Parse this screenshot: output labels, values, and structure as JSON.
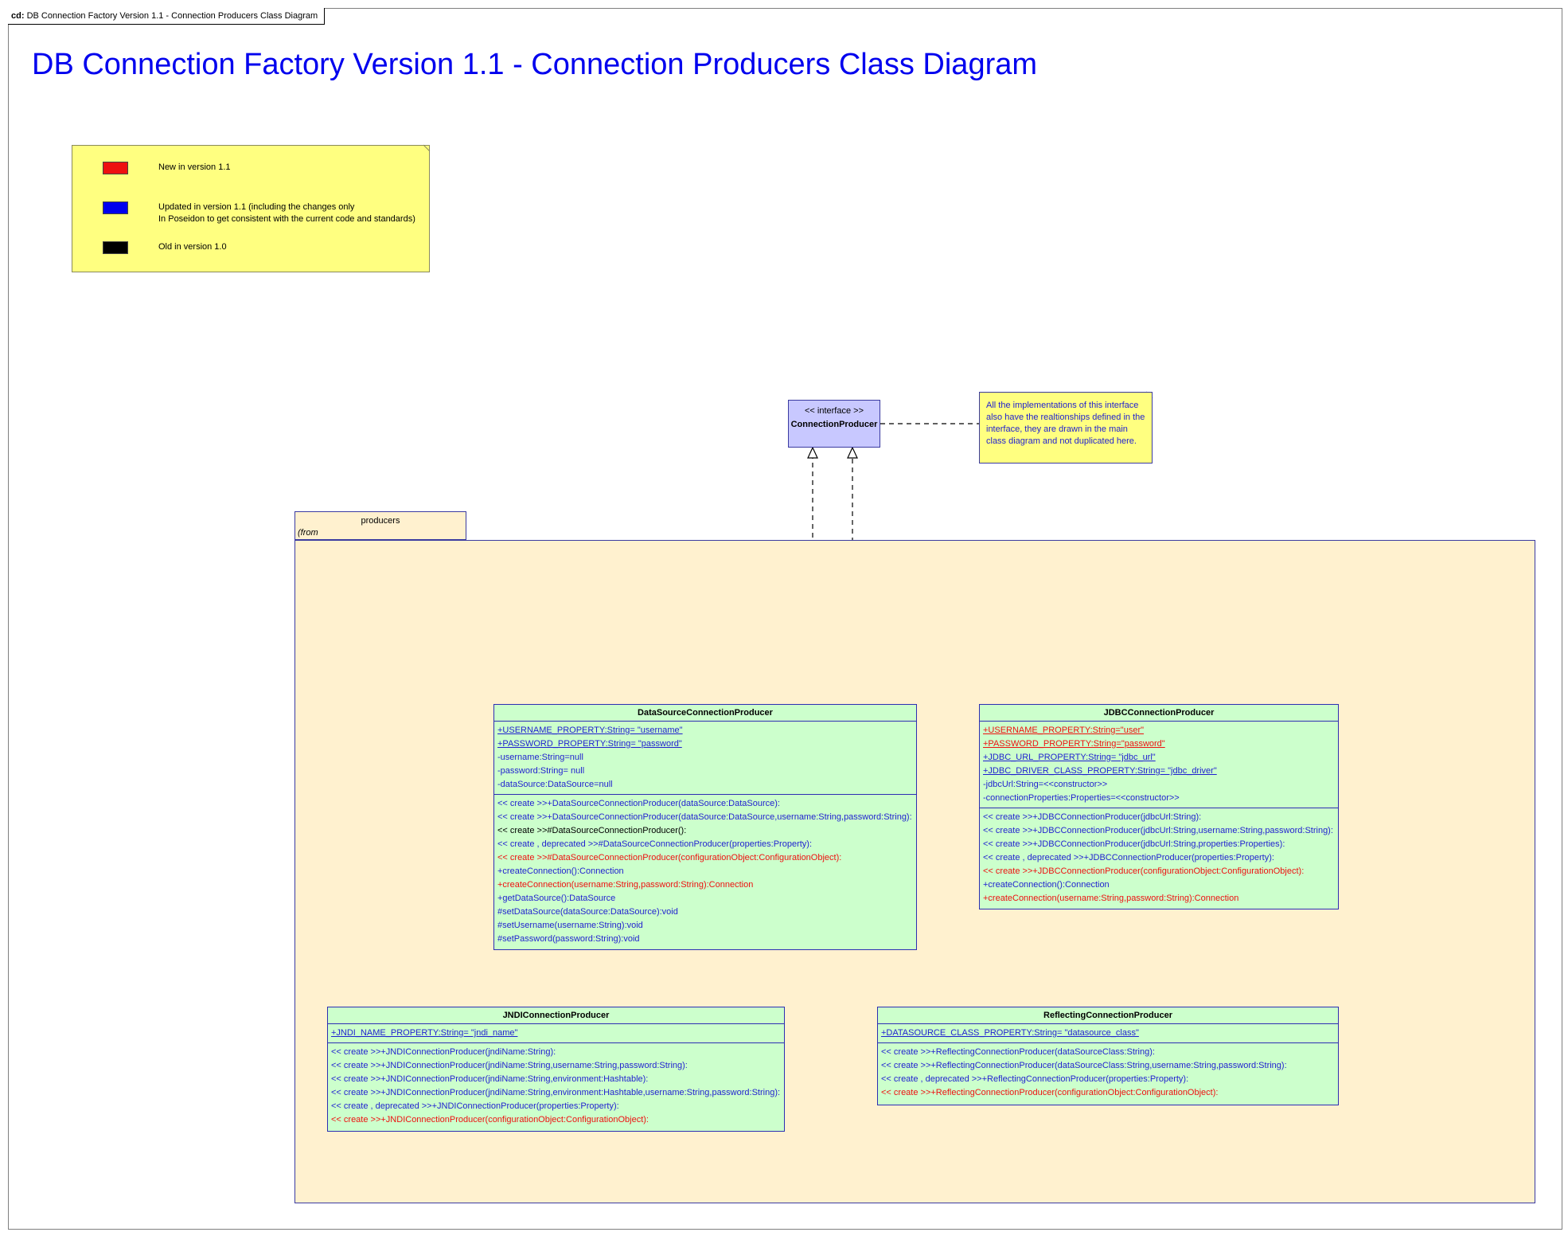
{
  "frame_label": {
    "prefix": "cd:",
    "text": "DB Connection Factory Version 1.1 - Connection Producers Class Diagram"
  },
  "title": "DB Connection Factory Version 1.1 - Connection Producers Class Diagram",
  "legend": [
    {
      "color": "#ee1010",
      "text": "New in version 1.1"
    },
    {
      "color": "#0000ee",
      "text": "Updated in version 1.1 (including the changes only\nIn Poseidon to get consistent with the current code and standards)"
    },
    {
      "color": "#000000",
      "text": "Old in version 1.0"
    }
  ],
  "note": "All the implementations of this interface also have the realtionships defined in the interface, they are drawn in the main class diagram and not duplicated here.",
  "interface": {
    "stereotype": "<< interface >>",
    "name": "ConnectionProducer"
  },
  "package": {
    "name": "producers",
    "from": "(from com::topcoder::db::connectionfactory)"
  },
  "classes": {
    "datasource": {
      "name": "DataSourceConnectionProducer",
      "attributes": [
        {
          "text": "+USERNAME_PROPERTY:String= \"username\"",
          "color": "blue",
          "static": true
        },
        {
          "text": "+PASSWORD_PROPERTY:String= \"password\"",
          "color": "blue",
          "static": true
        },
        {
          "text": "-username:String=null",
          "color": "blue"
        },
        {
          "text": "-password:String= null",
          "color": "blue"
        },
        {
          "text": "-dataSource:DataSource=null",
          "color": "blue"
        }
      ],
      "operations": [
        {
          "text": "<< create >>+DataSourceConnectionProducer(dataSource:DataSource):",
          "color": "blue"
        },
        {
          "text": "<< create >>+DataSourceConnectionProducer(dataSource:DataSource,username:String,password:String):",
          "color": "blue"
        },
        {
          "text": "<< create >>#DataSourceConnectionProducer():",
          "color": "black"
        },
        {
          "text": "<< create , deprecated >>#DataSourceConnectionProducer(properties:Property):",
          "color": "blue"
        },
        {
          "text": "<< create >>#DataSourceConnectionProducer(configurationObject:ConfigurationObject):",
          "color": "red"
        },
        {
          "text": "+createConnection():Connection",
          "color": "blue"
        },
        {
          "text": "+createConnection(username:String,password:String):Connection",
          "color": "red"
        },
        {
          "text": "+getDataSource():DataSource",
          "color": "blue"
        },
        {
          "text": "#setDataSource(dataSource:DataSource):void",
          "color": "blue"
        },
        {
          "text": "#setUsername(username:String):void",
          "color": "blue"
        },
        {
          "text": "#setPassword(password:String):void",
          "color": "blue"
        }
      ]
    },
    "jdbc": {
      "name": "JDBCConnectionProducer",
      "attributes": [
        {
          "text": "+USERNAME_PROPERTY:String=\"user\"",
          "color": "red",
          "static": true
        },
        {
          "text": "+PASSWORD_PROPERTY:String=\"password\"",
          "color": "red",
          "static": true
        },
        {
          "text": "+JDBC_URL_PROPERTY:String= \"jdbc_url\"",
          "color": "blue",
          "static": true
        },
        {
          "text": "+JDBC_DRIVER_CLASS_PROPERTY:String= \"jdbc_driver\"",
          "color": "blue",
          "static": true
        },
        {
          "text": "-jdbcUrl:String=<<constructor>>",
          "color": "blue"
        },
        {
          "text": "-connectionProperties:Properties=<<constructor>>",
          "color": "blue"
        }
      ],
      "operations": [
        {
          "text": "<< create >>+JDBCConnectionProducer(jdbcUrl:String):",
          "color": "blue"
        },
        {
          "text": "<< create >>+JDBCConnectionProducer(jdbcUrl:String,username:String,password:String):",
          "color": "blue"
        },
        {
          "text": "<< create >>+JDBCConnectionProducer(jdbcUrl:String,properties:Properties):",
          "color": "blue"
        },
        {
          "text": "<< create , deprecated >>+JDBCConnectionProducer(properties:Property):",
          "color": "blue"
        },
        {
          "text": "<< create >>+JDBCConnectionProducer(configurationObject:ConfigurationObject):",
          "color": "red"
        },
        {
          "text": "+createConnection():Connection",
          "color": "blue"
        },
        {
          "text": "+createConnection(username:String,password:String):Connection",
          "color": "red"
        }
      ]
    },
    "jndi": {
      "name": "JNDIConnectionProducer",
      "attributes": [
        {
          "text": "+JNDI_NAME_PROPERTY:String= \"jndi_name\"",
          "color": "blue",
          "static": true
        }
      ],
      "operations": [
        {
          "text": "<< create >>+JNDIConnectionProducer(jndiName:String):",
          "color": "blue"
        },
        {
          "text": "<< create >>+JNDIConnectionProducer(jndiName:String,username:String,password:String):",
          "color": "blue"
        },
        {
          "text": "<< create >>+JNDIConnectionProducer(jndiName:String,environment:Hashtable):",
          "color": "blue"
        },
        {
          "text": "<< create >>+JNDIConnectionProducer(jndiName:String,environment:Hashtable,username:String,password:String):",
          "color": "blue"
        },
        {
          "text": "<< create , deprecated >>+JNDIConnectionProducer(properties:Property):",
          "color": "blue"
        },
        {
          "text": "<< create >>+JNDIConnectionProducer(configurationObject:ConfigurationObject):",
          "color": "red"
        }
      ]
    },
    "reflecting": {
      "name": "ReflectingConnectionProducer",
      "attributes": [
        {
          "text": "+DATASOURCE_CLASS_PROPERTY:String= \"datasource_class\"",
          "color": "blue",
          "static": true
        }
      ],
      "operations": [
        {
          "text": "<< create >>+ReflectingConnectionProducer(dataSourceClass:String):",
          "color": "blue"
        },
        {
          "text": "<< create >>+ReflectingConnectionProducer(dataSourceClass:String,username:String,password:String):",
          "color": "blue"
        },
        {
          "text": "<< create , deprecated >>+ReflectingConnectionProducer(properties:Property):",
          "color": "blue"
        },
        {
          "text": "<< create >>+ReflectingConnectionProducer(configurationObject:ConfigurationObject):",
          "color": "red"
        }
      ]
    }
  }
}
